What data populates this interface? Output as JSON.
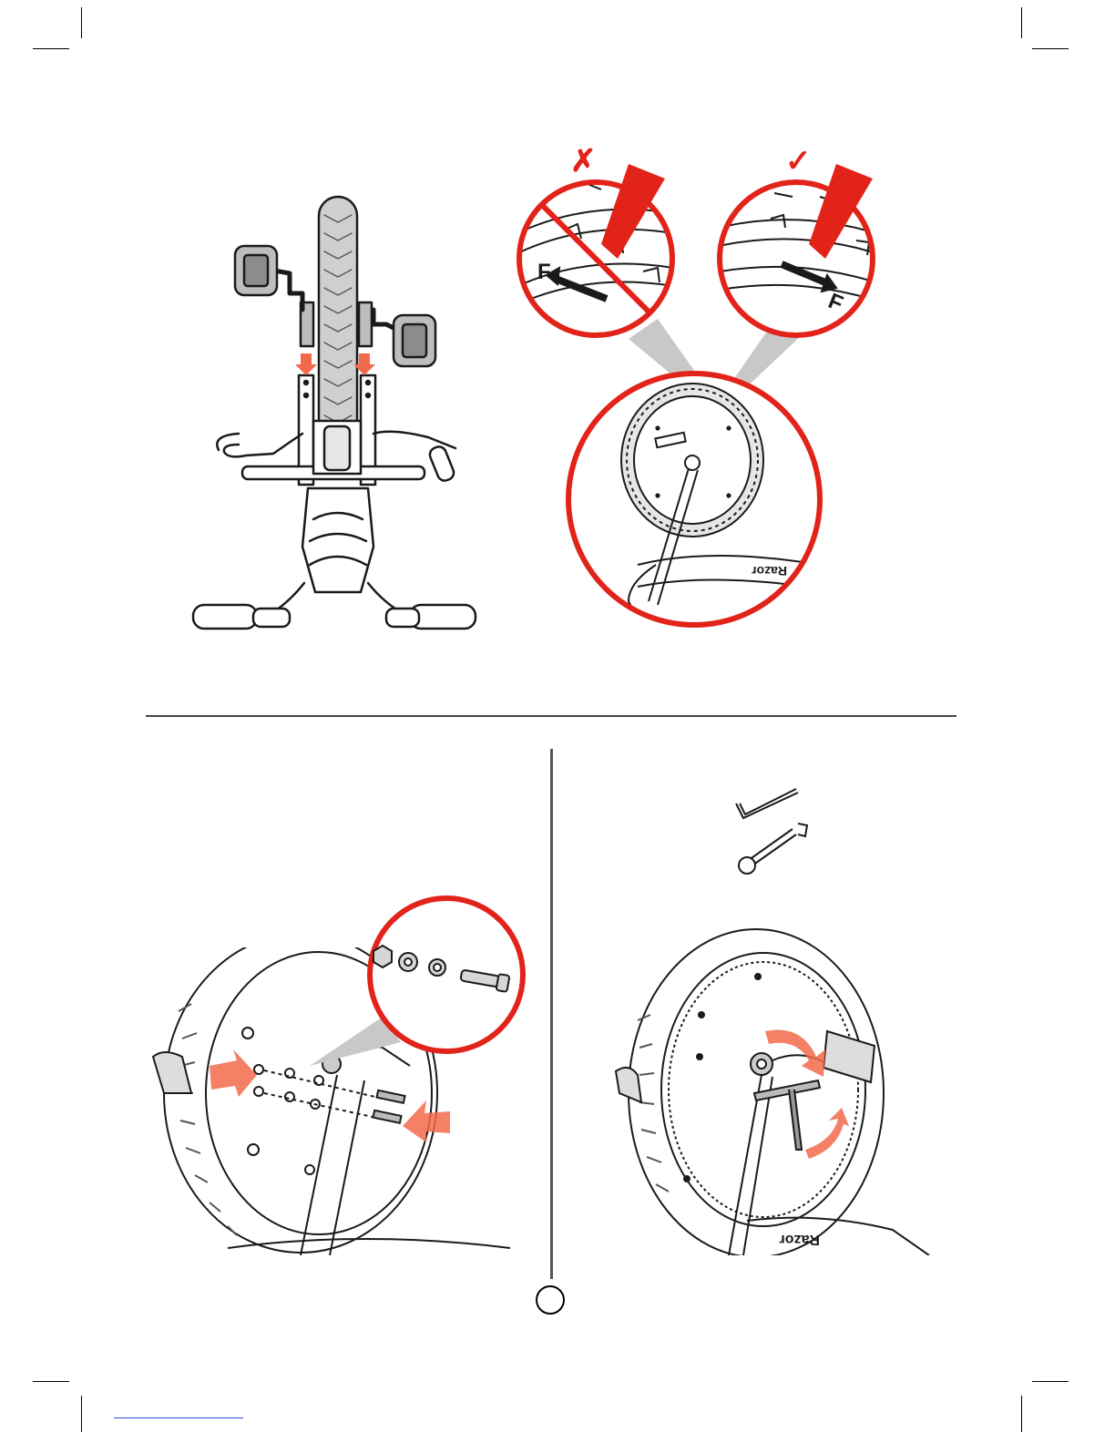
{
  "page": {
    "number": "",
    "wrong_mark": "✗",
    "right_mark": "✓"
  },
  "labels": {
    "front_letter_left": "F",
    "front_letter_right": "F",
    "brand_top": "Razor",
    "brand_bottom": "Razor"
  },
  "colors": {
    "accent_red": "#e2231a",
    "arrow_orange": "#f26a4b",
    "line": "#1a1a1a",
    "divider": "#555555"
  },
  "icons": {
    "allen_key": "allen-key-icon",
    "wrench": "wrench-icon"
  }
}
